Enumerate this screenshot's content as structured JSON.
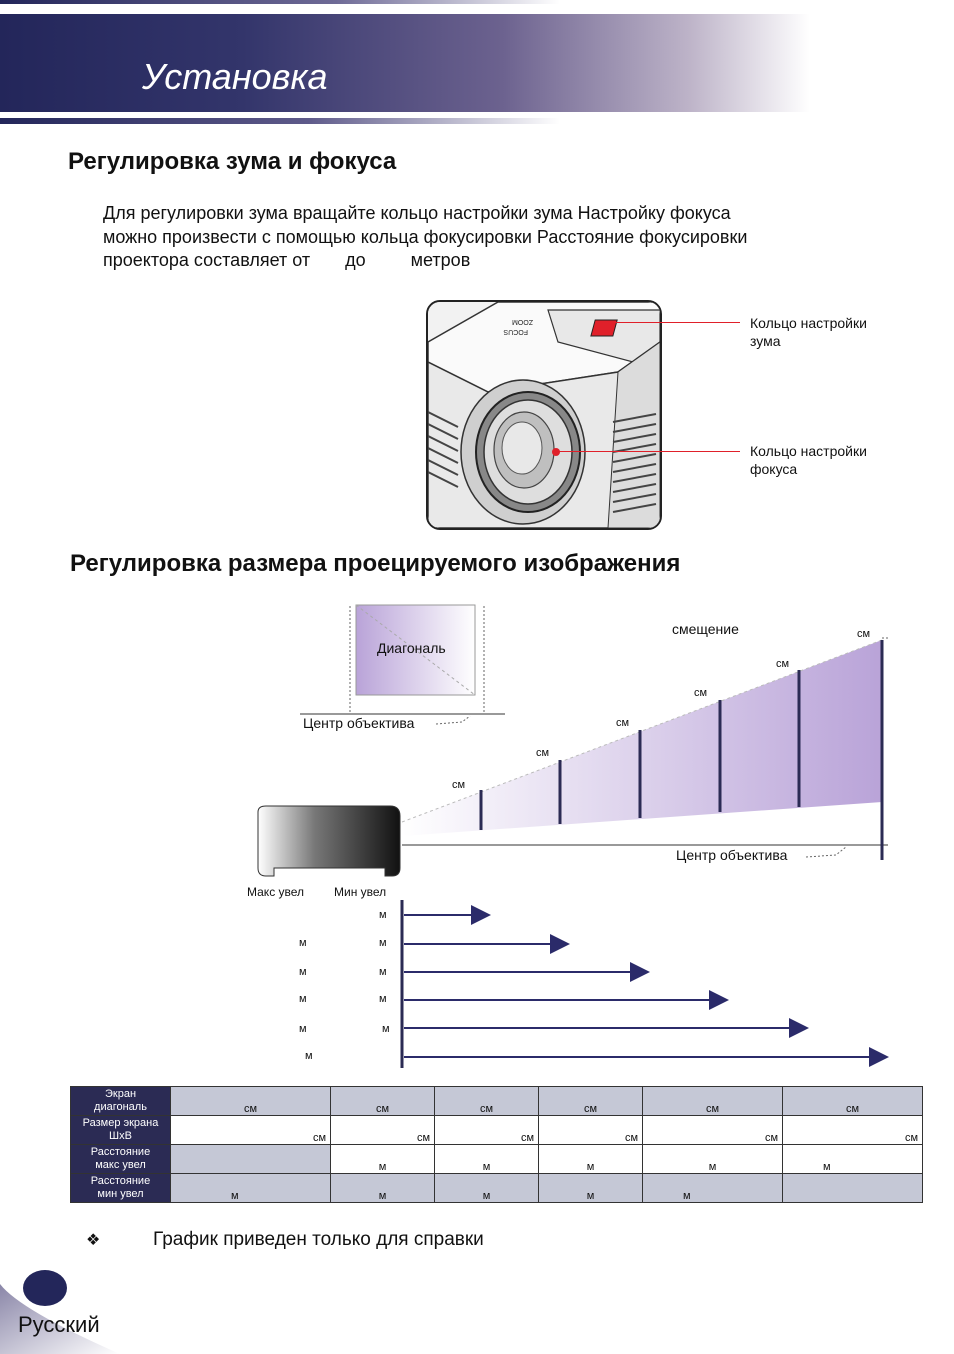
{
  "header": {
    "title": "Установка"
  },
  "section1": {
    "heading": "Регулировка зума и фокуса",
    "line1": "Для регулировки зума вращайте кольцо настройки зума  Настройку фокуса",
    "line2": "можно произвести с помощью кольца фокусировки  Расстояние фокусировки",
    "line3": "проектора составляет от       до         метров"
  },
  "photo": {
    "zoom_label": "ZOOM",
    "focus_label": "FOCUS",
    "zoom_callout_1": "Кольцо настройки",
    "zoom_callout_2": "зума",
    "focus_callout_1": "Кольцо настройки",
    "focus_callout_2": "фокуса"
  },
  "section2": {
    "heading": "Регулировка размера проецируемого изображения"
  },
  "diagram": {
    "diagonal_label": "Диагональ",
    "lens_center_top": "Центр объектива",
    "offset_label": "смещение",
    "lens_center_right": "Центр объектива",
    "max_zoom": "Макс  увел",
    "min_zoom": "Мин  увел",
    "cm_unit": "см",
    "m_unit": "м"
  },
  "table": {
    "row_headers": [
      [
        "Экран",
        "диагональ"
      ],
      [
        "Размер экрана",
        "ШхВ"
      ],
      [
        "Расстояние",
        "макс  увел"
      ],
      [
        "Расстояние",
        "мин  увел"
      ]
    ],
    "rows": [
      [
        "см",
        "см",
        "см",
        "см",
        "см",
        "см"
      ],
      [
        "см",
        "см",
        "см",
        "см",
        "см",
        "см"
      ],
      [
        "",
        "м",
        "м",
        "м",
        "м",
        "м"
      ],
      [
        "м",
        "м",
        "м",
        "м",
        "м",
        ""
      ]
    ]
  },
  "note": {
    "bullet": "❖",
    "text": "График приведен только для справки"
  },
  "footer": {
    "language": "Русский"
  },
  "colors": {
    "header_dark": "#23265a",
    "accent_red": "#e0202a",
    "screen_purple": "#b9a3d8",
    "table_header": "#2b2b54",
    "table_gray": "#c5c8d6"
  }
}
